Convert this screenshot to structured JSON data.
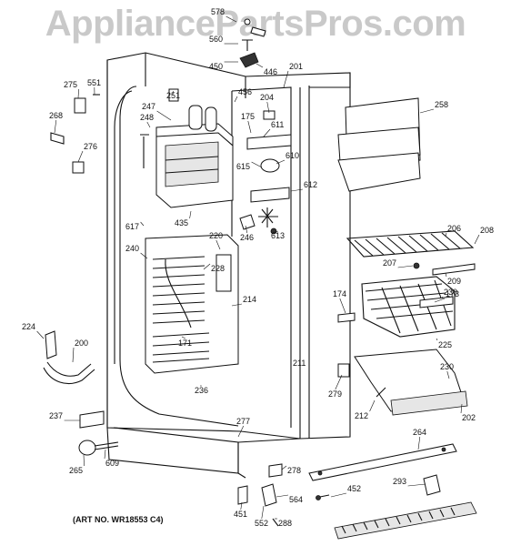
{
  "watermark": "AppliancePartsPros.com",
  "art_number": "(ART NO. WR18553 C4)",
  "callouts": [
    "578",
    "560",
    "450",
    "446",
    "275",
    "551",
    "201",
    "251",
    "456",
    "204",
    "258",
    "247",
    "175",
    "268",
    "248",
    "611",
    "276",
    "610",
    "615",
    "612",
    "617",
    "435",
    "246",
    "613",
    "206",
    "208",
    "240",
    "220",
    "207",
    "209",
    "228",
    "214",
    "174",
    "173",
    "224",
    "230",
    "171",
    "225",
    "200",
    "211",
    "230",
    "236",
    "279",
    "237",
    "212",
    "202",
    "277",
    "264",
    "265",
    "609",
    "278",
    "293",
    "564",
    "452",
    "451",
    "552",
    "288"
  ]
}
